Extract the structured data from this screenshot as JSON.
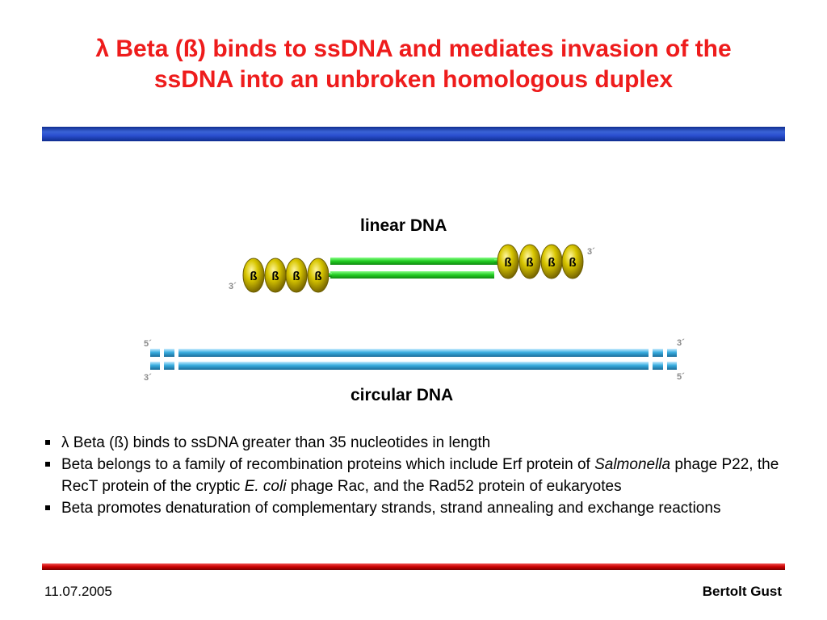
{
  "slide": {
    "title_line1": "λ Beta (ß) binds to ssDNA and mediates invasion of the",
    "title_line2": "ssDNA into an unbroken homologous duplex"
  },
  "diagram": {
    "linear_label": "linear DNA",
    "circular_label": "circular DNA",
    "beta_symbol": "ß",
    "three_prime": "3´",
    "five_prime": "5´",
    "strand_colors": {
      "linear": "#22cc22",
      "circular": "#3aaee0",
      "bead": "#c9b400"
    }
  },
  "bullets": [
    {
      "parts": [
        {
          "text": "λ Beta (ß) binds to ssDNA greater than 35 nucleotides in length",
          "italic": false
        }
      ]
    },
    {
      "parts": [
        {
          "text": "Beta belongs to a family  of recombination proteins which include Erf protein of ",
          "italic": false
        },
        {
          "text": "Salmonella",
          "italic": true
        },
        {
          "text": " phage P22, the RecT protein of the cryptic ",
          "italic": false
        },
        {
          "text": "E. coli",
          "italic": true
        },
        {
          "text": " phage Rac, and the Rad52 protein of eukaryotes",
          "italic": false
        }
      ]
    },
    {
      "parts": [
        {
          "text": "Beta promotes denaturation of complementary strands, strand annealing and exchange reactions",
          "italic": false
        }
      ]
    }
  ],
  "footer": {
    "date": "11.07.2005",
    "author": "Bertolt Gust"
  }
}
